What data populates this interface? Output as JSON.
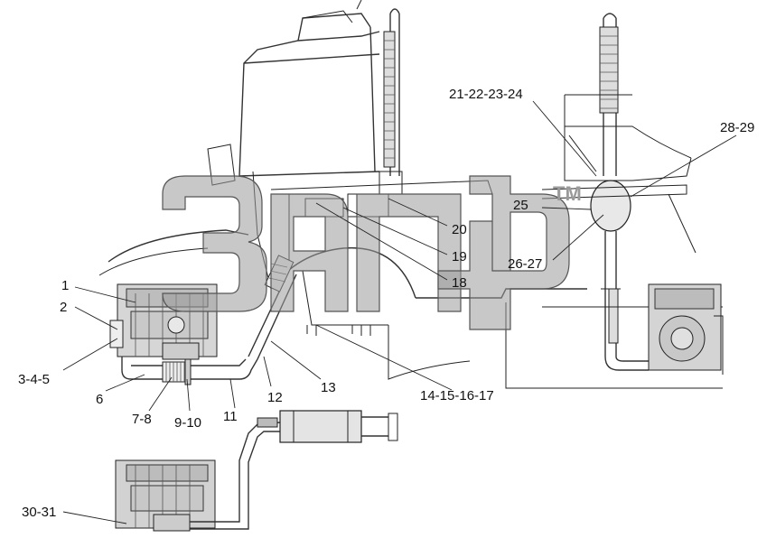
{
  "diagram": {
    "watermark": {
      "mark": "TM"
    },
    "callouts": {
      "c1": "1",
      "c2": "2",
      "c3": "3-4-5",
      "c6": "6",
      "c7": "7-8",
      "c9": "9-10",
      "c11": "11",
      "c12": "12",
      "c13": "13",
      "c14": "14-15-16-17",
      "c18": "18",
      "c19": "19",
      "c20": "20",
      "c21": "21-22-23-24",
      "c25": "25",
      "c26": "26-27",
      "c28": "28-29",
      "c30": "30-31"
    }
  }
}
